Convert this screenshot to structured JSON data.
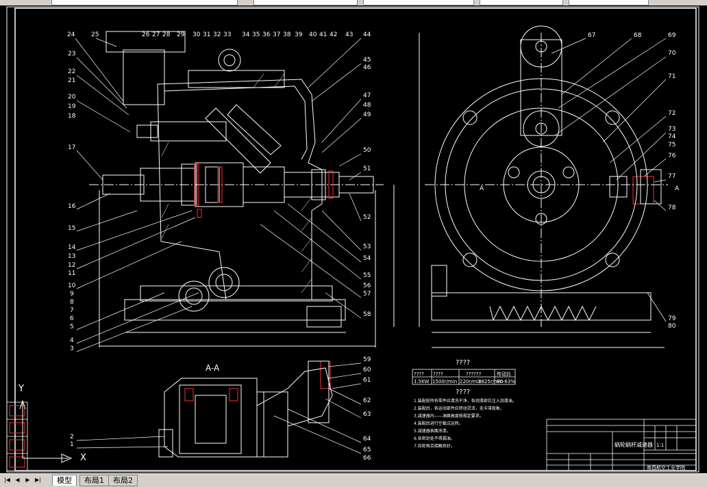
{
  "toolbar": {
    "fields": [
      "",
      "",
      "",
      "",
      ""
    ]
  },
  "drawing": {
    "balloons_main": [
      "24",
      "25",
      "26",
      "27",
      "28",
      "29",
      "30",
      "31",
      "32",
      "33",
      "34",
      "35",
      "36",
      "37",
      "38",
      "39",
      "40",
      "41",
      "42",
      "43",
      "44"
    ],
    "balloons_left": [
      "23",
      "22",
      "21",
      "20",
      "19",
      "18",
      "17",
      "16",
      "15",
      "14",
      "13",
      "12",
      "11",
      "10",
      "9",
      "8",
      "7",
      "6",
      "5",
      "4",
      "3"
    ],
    "balloons_right": [
      "45",
      "46",
      "47",
      "48",
      "49",
      "50",
      "51",
      "52",
      "53",
      "54",
      "55",
      "56",
      "57",
      "58"
    ],
    "balloons_side": [
      "67",
      "68",
      "69",
      "70",
      "71",
      "72",
      "73",
      "74",
      "75",
      "76",
      "77",
      "78",
      "79",
      "80"
    ],
    "balloons_section": [
      "59",
      "60",
      "61",
      "62",
      "63",
      "64",
      "65",
      "66"
    ],
    "balloons_section_left": [
      "2",
      "1"
    ],
    "section_title": "A-A",
    "section_marker": "A",
    "tech_table_title": "????",
    "tech_requirements_title": "????",
    "tech_table_headers": [
      "????",
      "????",
      "??????",
      "传动比"
    ],
    "tech_table_values": [
      "1.5KW",
      "1500r/min",
      "220r/min",
      "2825r/min",
      "80-63%"
    ],
    "tech_notes": [
      "1.装配前所有零件应清洗干净，各润滑部位注入润滑油。",
      "2.装配后，各运动部件应转动灵活，无卡滞现象。",
      "3.减速器内——油面高度按规定要求。",
      "4.装配后进行空载试运转。",
      "5.减速器表面涂漆。",
      "6.各密封处不得漏油。",
      "7.齿轮啮合接触良好。"
    ],
    "title_block": {
      "drawing_name": "蜗轮蜗杆减速器",
      "school": "南昌航空工业学院",
      "scale": "1:1"
    }
  },
  "ucs": {
    "x_label": "X",
    "y_label": "Y"
  },
  "tabs": {
    "model": "模型",
    "layout1": "布局1",
    "layout2": "布局2"
  },
  "colors": {
    "background": "#000000",
    "lines": "#ffffff",
    "hatch": "#ff0000",
    "ui": "#d4d0c8"
  }
}
